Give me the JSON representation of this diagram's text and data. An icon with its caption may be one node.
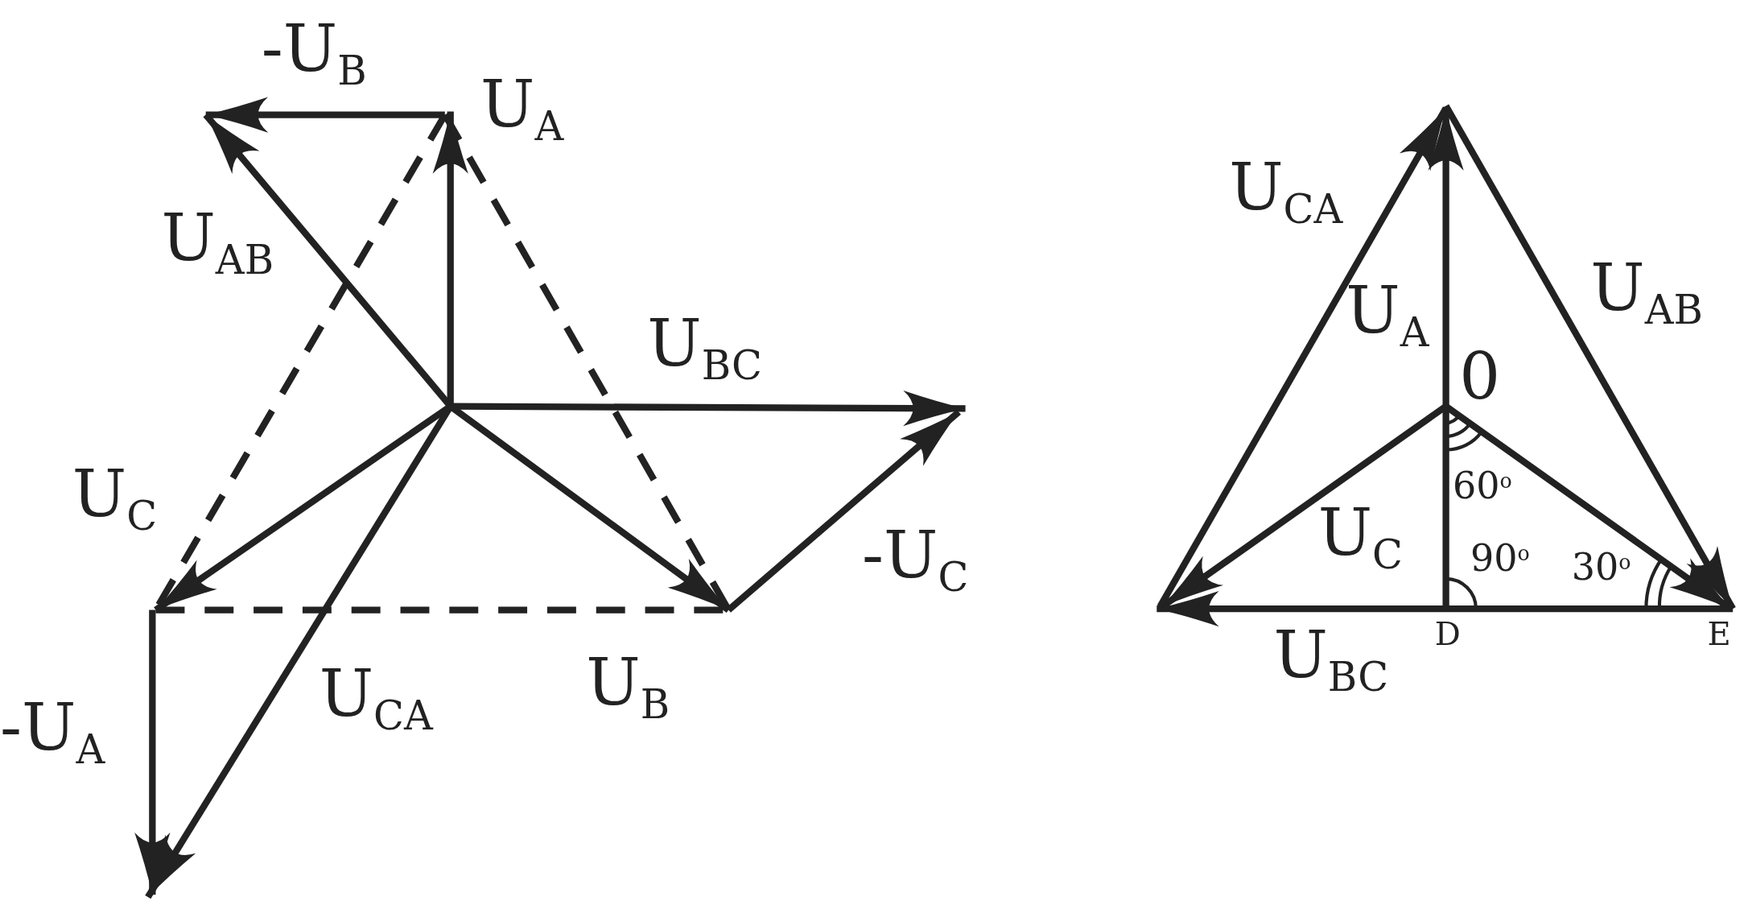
{
  "diagram": {
    "labels": [
      "-U$_{B}$",
      "U$_{A}$",
      "U$_{AB}$",
      "U$_{BC}$",
      "U$_{C}$",
      "-U$_{C}$",
      "U$_{B}$",
      "U$_{CA}$",
      "-U$_{A}$",
      "U$_{CA}$",
      "U$_{AB}$",
      "U$_{A}$",
      "0",
      "60$^{o}$",
      "U$_{C}$",
      "90$^{o}$",
      "30$^{o}$",
      "D",
      "E",
      "U$_{BC}$"
    ]
  }
}
